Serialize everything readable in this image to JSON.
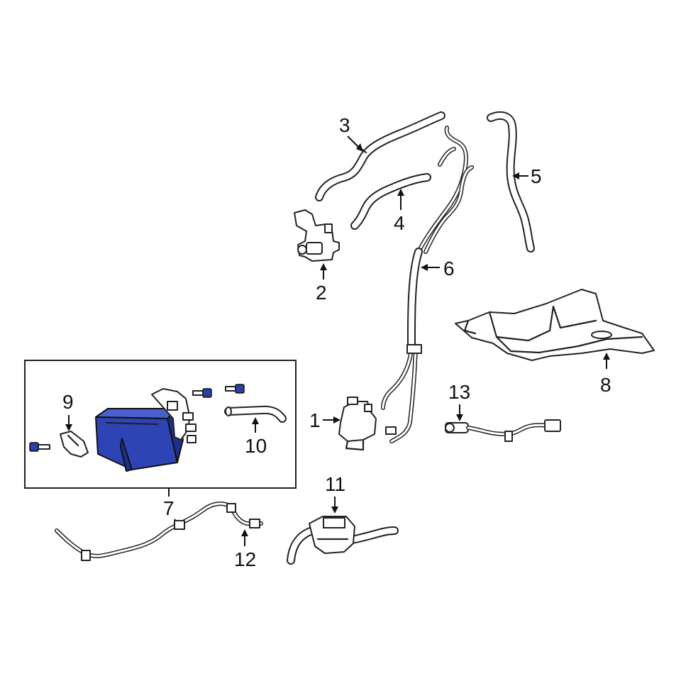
{
  "callouts": [
    {
      "id": "c1",
      "label": "1"
    },
    {
      "id": "c2",
      "label": "2"
    },
    {
      "id": "c3",
      "label": "3"
    },
    {
      "id": "c4",
      "label": "4"
    },
    {
      "id": "c5",
      "label": "5"
    },
    {
      "id": "c6",
      "label": "6"
    },
    {
      "id": "c7",
      "label": "7"
    },
    {
      "id": "c8",
      "label": "8"
    },
    {
      "id": "c9",
      "label": "9"
    },
    {
      "id": "c10",
      "label": "10"
    },
    {
      "id": "c11",
      "label": "11"
    },
    {
      "id": "c12",
      "label": "12"
    },
    {
      "id": "c13",
      "label": "13"
    }
  ],
  "colors": {
    "highlight": "#2e44b5",
    "line": "#222222",
    "background": "#ffffff"
  }
}
